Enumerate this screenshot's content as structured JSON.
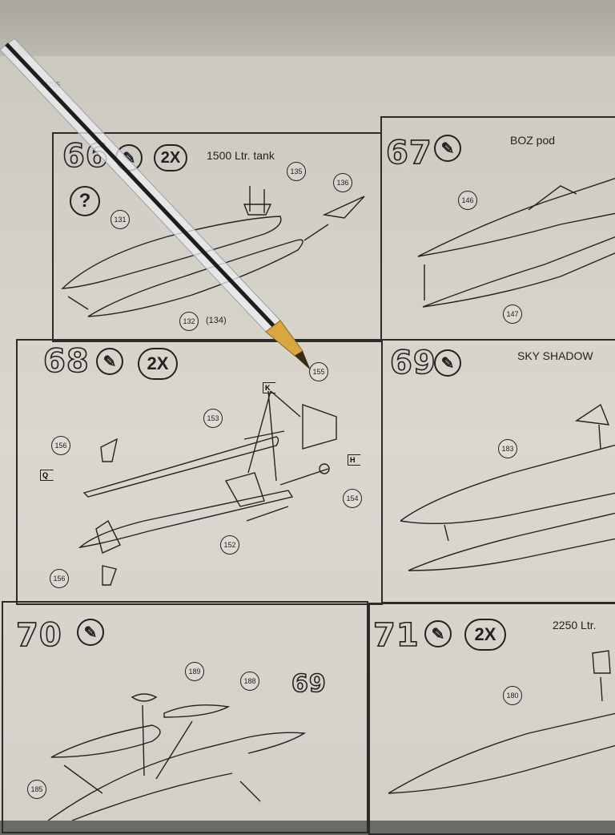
{
  "header": {
    "page_code": "04705"
  },
  "steps": [
    {
      "number": "66",
      "multiplier": "2X",
      "title": "1500 Ltr. tank",
      "parts": [
        "135",
        "136",
        "131",
        "132",
        "134"
      ],
      "extra_icon": "question-icon",
      "question_mark": "?"
    },
    {
      "number": "67",
      "title": "BOZ pod",
      "parts": [
        "146",
        "147"
      ]
    },
    {
      "number": "68",
      "multiplier": "2X",
      "parts": [
        "155",
        "153",
        "156",
        "154",
        "152",
        "156"
      ],
      "markers": [
        "K",
        "Q",
        "H"
      ]
    },
    {
      "number": "69",
      "title": "SKY SHADOW",
      "parts": [
        "183"
      ]
    },
    {
      "number": "70",
      "parts": [
        "189",
        "188",
        "185"
      ],
      "ref_step": "69"
    },
    {
      "number": "71",
      "multiplier": "2X",
      "title": "2250 Ltr.",
      "parts": [
        "180"
      ]
    }
  ],
  "icons": {
    "glue": "glue-tube-icon",
    "pen": "ballpoint-pen"
  },
  "colors": {
    "paper": "#d6d2ca",
    "ink": "#222222",
    "pen_tip": "#c8952e"
  }
}
